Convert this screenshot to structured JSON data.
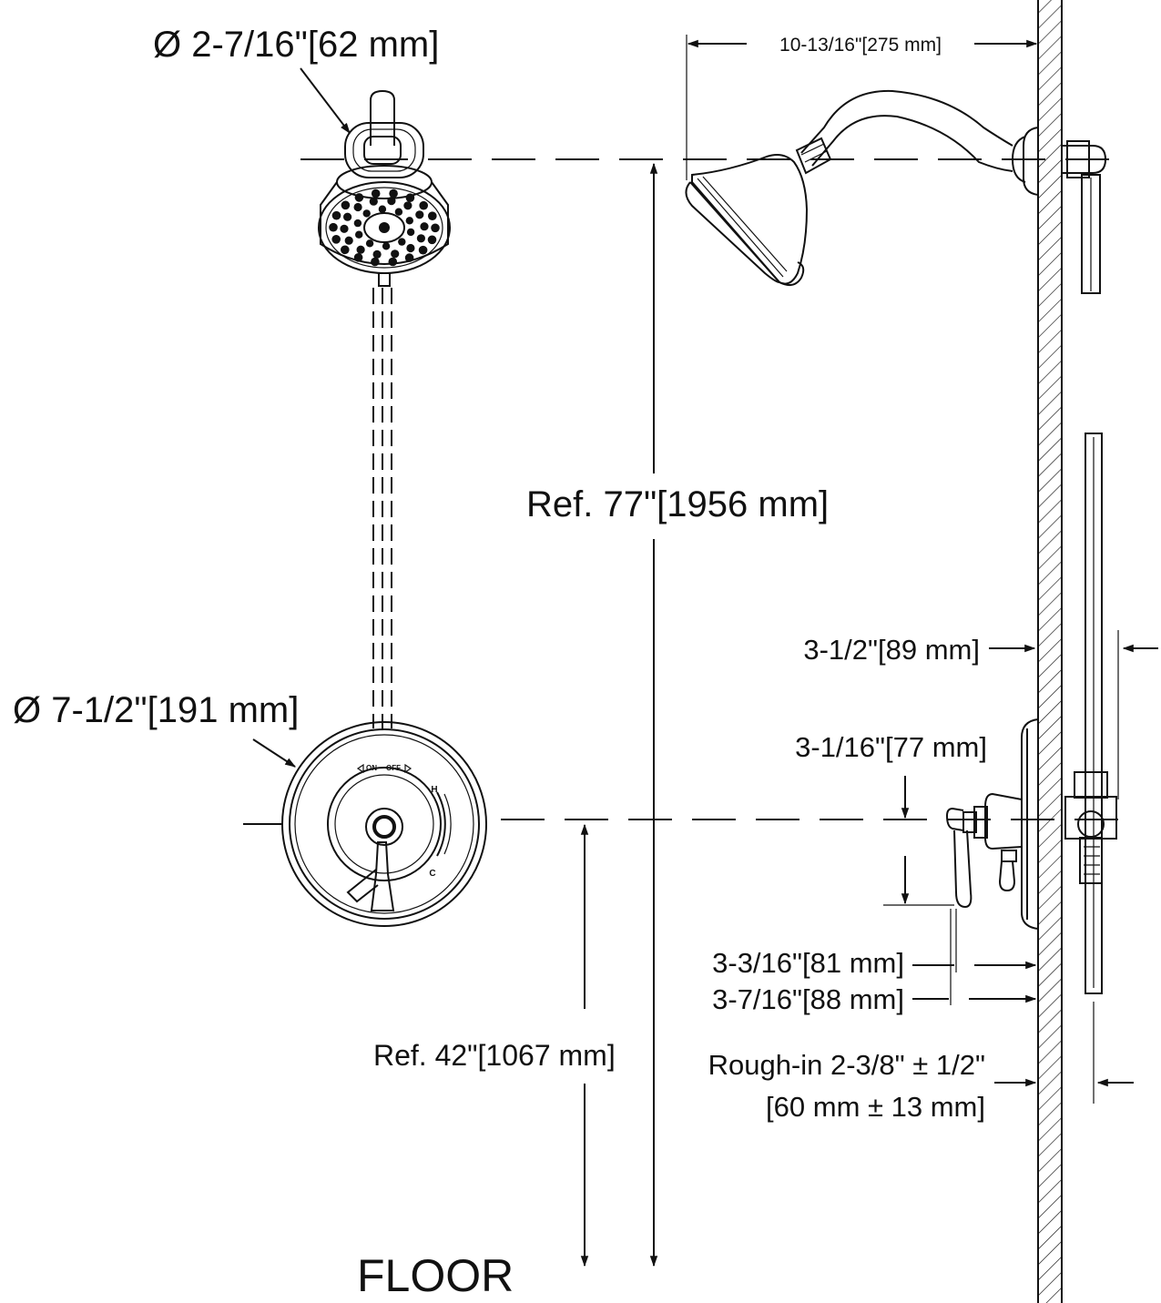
{
  "labels": {
    "showerhead_diameter": "Ø 2-7/16\"[62 mm]",
    "arm_reach": "10-13/16\"[275 mm]",
    "showerhead_height": "Ref. 77\"[1956 mm]",
    "trim_diameter": "Ø 7-1/2\"[191 mm]",
    "valve_depth": "3-1/2\"[89 mm]",
    "handle_offset": "3-1/16\"[77 mm]",
    "projection_a": "3-3/16\"[81 mm]",
    "projection_b": "3-7/16\"[88 mm]",
    "valve_height": "Ref. 42\"[1067 mm]",
    "rough_in_line1": "Rough-in 2-3/8\" ± 1/2\"",
    "rough_in_line2": "[60 mm ± 13 mm]",
    "floor": "FLOOR"
  },
  "trim_markings": {
    "on_left": "ON",
    "off_right": "OFF",
    "hot": "H",
    "cold": "C"
  }
}
